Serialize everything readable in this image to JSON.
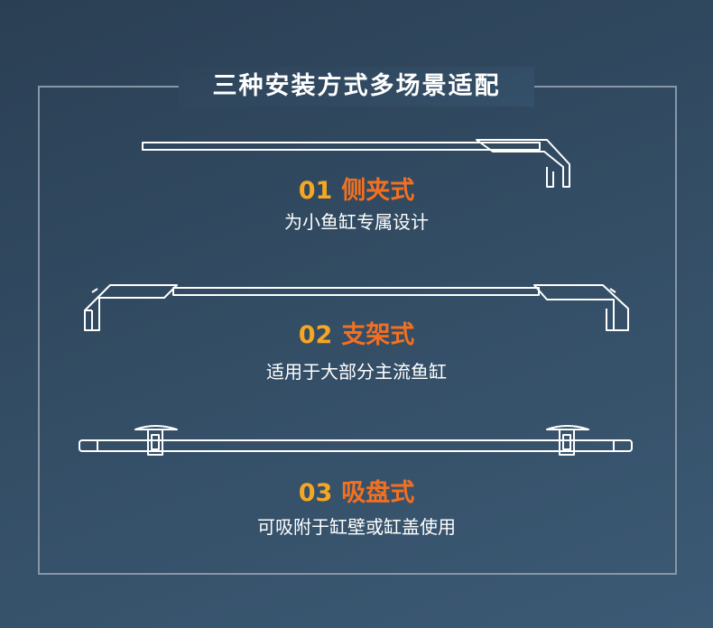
{
  "heading": "三种安装方式多场景适配",
  "methods": [
    {
      "number": "01",
      "name": "侧夹式",
      "description": "为小鱼缸专属设计"
    },
    {
      "number": "02",
      "name": "支架式",
      "description": "适用于大部分主流鱼缸"
    },
    {
      "number": "03",
      "name": "吸盘式",
      "description": "可吸附于缸壁或缸盖使用"
    }
  ],
  "colors": {
    "number": "#f5a623",
    "name": "#f37021",
    "line": "#ffffff",
    "frame": "#8797a8"
  }
}
